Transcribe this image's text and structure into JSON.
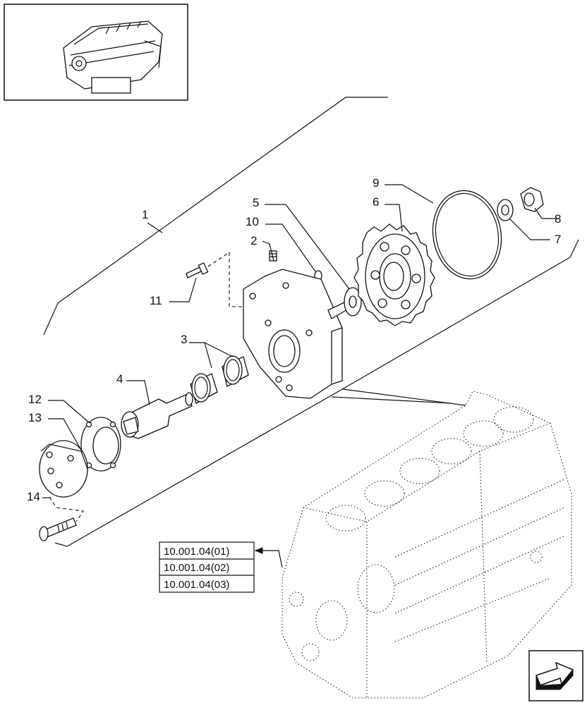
{
  "callouts": [
    "1",
    "2",
    "3",
    "4",
    "5",
    "6",
    "7",
    "8",
    "9",
    "10",
    "11",
    "12",
    "13",
    "14"
  ],
  "references": [
    "10.001.04(01)",
    "10.001.04(02)",
    "10.001.04(03)"
  ],
  "icons": {
    "thumbnail": "engine-thumbnail-icon",
    "navigation": "next-page-arrow-icon"
  }
}
